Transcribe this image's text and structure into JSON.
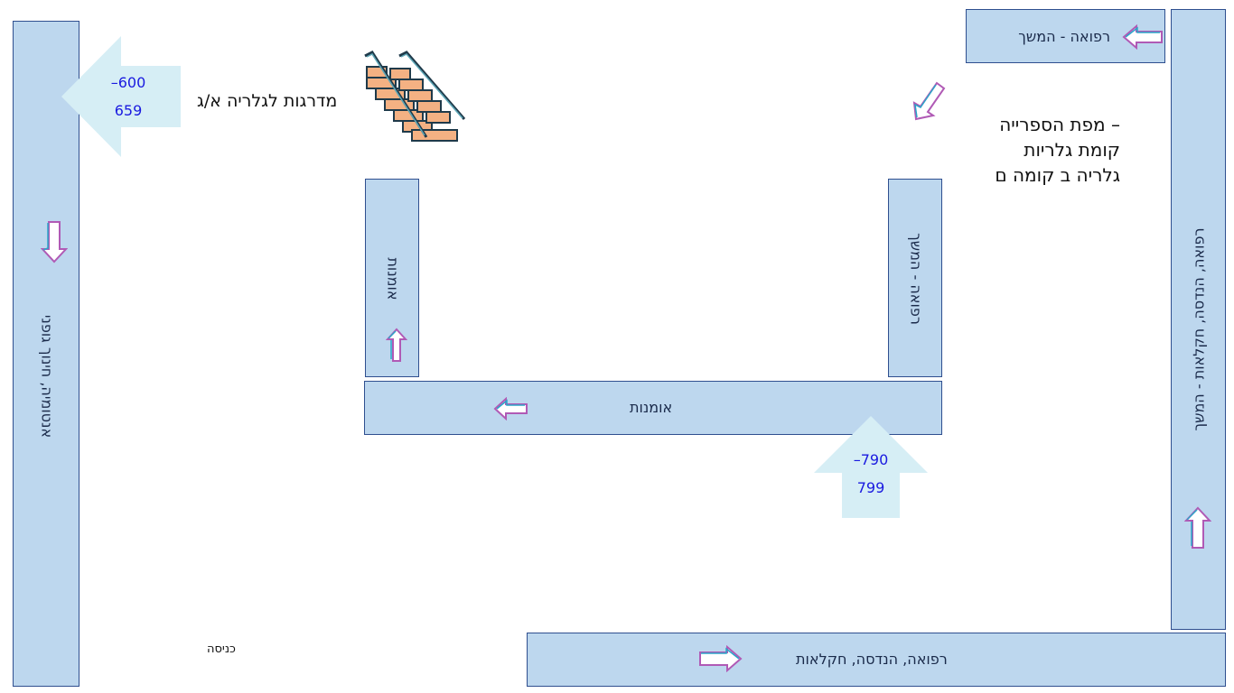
{
  "title": {
    "line1": "– מפת הספרייה",
    "line2": "קומת גלריות",
    "line3": "גלריה ב קומה ם"
  },
  "stairs": {
    "label": "מדרגות לגלריה א/ג",
    "icon": "stairs-icon"
  },
  "range_labels": {
    "left": "–600\n659",
    "bottom": "–790\n799"
  },
  "shelves": {
    "top_right": "רפואה - המשך",
    "right_vertical": "רפואה, הנדסה, חקלאות - המשך",
    "left_vertical": "אנטומיה, חינוך גופני",
    "inner_left": "אומנות",
    "inner_right": "רפואה - המשך",
    "inner_bottom": "אומנות",
    "bottom": "רפואה, הנדסה, חקלאות"
  },
  "entrance": "כניסה",
  "colors": {
    "shelf_fill": "#bdd7ee",
    "shelf_border": "#2f4f8f",
    "range_arrow_fill": "#d6eef5",
    "range_text": "#1a1ae0",
    "stairs_step": "#f4b183",
    "stairs_rail": "#1f3a4a"
  }
}
